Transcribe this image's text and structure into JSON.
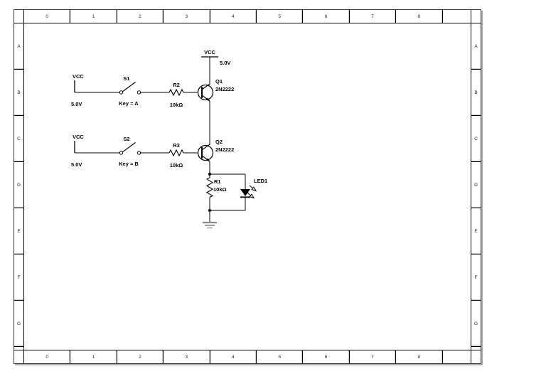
{
  "sheet": {
    "columns": [
      "0",
      "1",
      "2",
      "3",
      "4",
      "5",
      "6",
      "7",
      "8"
    ],
    "rows": [
      "A",
      "B",
      "C",
      "D",
      "E",
      "F",
      "G"
    ]
  },
  "circuit": {
    "top_supply": {
      "name": "VCC",
      "value": "5.0V"
    },
    "input_a": {
      "vcc": "VCC",
      "vcc_value": "5.0V",
      "switch": "S1",
      "key": "Key = A",
      "resistor": "R2",
      "resistance": "10kΩ",
      "transistor": "Q1",
      "part": "2N2222"
    },
    "input_b": {
      "vcc": "VCC",
      "vcc_value": "5.0V",
      "switch": "S2",
      "key": "Key = B",
      "resistor": "R3",
      "resistance": "10kΩ",
      "transistor": "Q2",
      "part": "2N2222"
    },
    "output": {
      "resistor": "R1",
      "resistance": "10kΩ",
      "led": "LED1"
    }
  },
  "colors": {
    "wire": "#000000",
    "ground": "#8c8c8c",
    "frame_shadow": "#aaaaaa"
  }
}
